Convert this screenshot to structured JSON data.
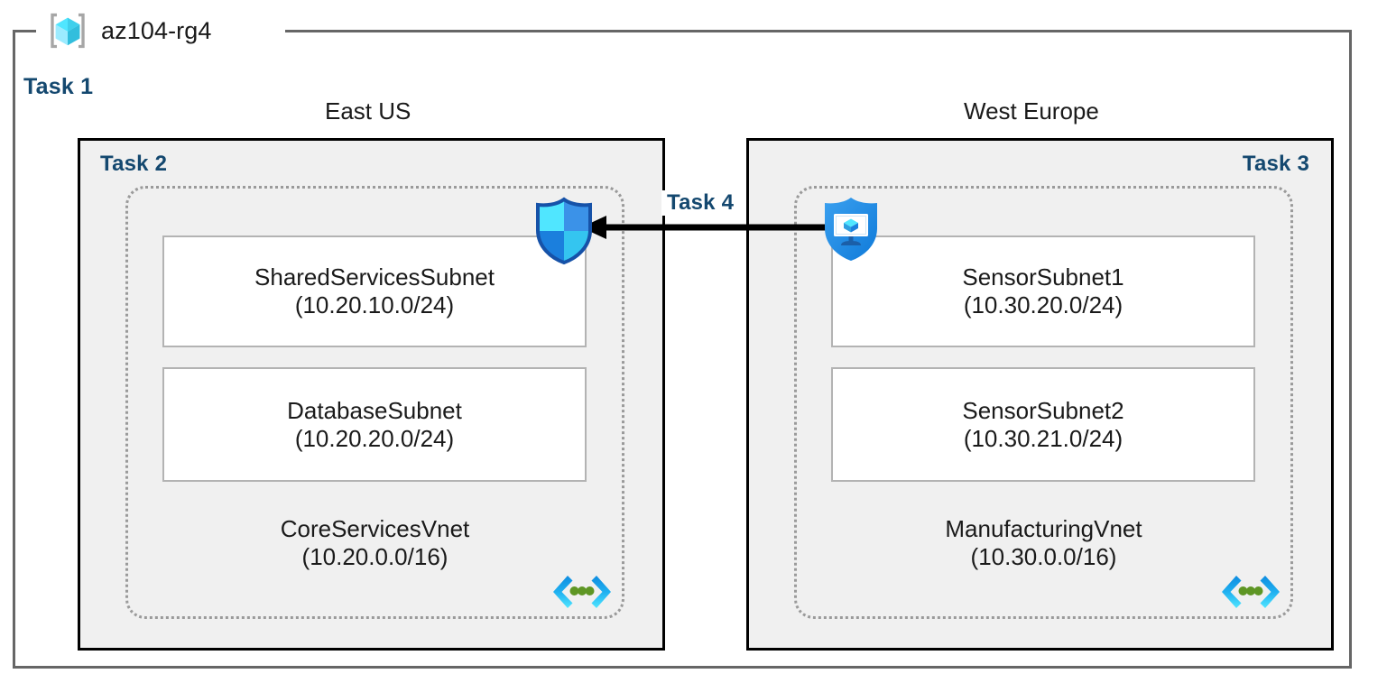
{
  "diagram": {
    "resource_group": {
      "name": "az104-rg4",
      "icon": "resource-group-cube-icon",
      "task_label": "Task 1"
    },
    "regions": [
      {
        "id": "east-us",
        "caption": "East US",
        "task_label": "Task 2",
        "task_label_align": "left",
        "vnet": {
          "name": "CoreServicesVnet",
          "cidr": "(10.20.0.0/16)",
          "icon": "virtual-network-icon",
          "subnets": [
            {
              "name": "SharedServicesSubnet",
              "cidr": "(10.20.10.0/24)"
            },
            {
              "name": "DatabaseSubnet",
              "cidr": "(10.20.20.0/24)"
            }
          ]
        }
      },
      {
        "id": "west-europe",
        "caption": "West Europe",
        "task_label": "Task 3",
        "task_label_align": "right",
        "vnet": {
          "name": "ManufacturingVnet",
          "cidr": "(10.30.0.0/16)",
          "icon": "virtual-network-icon",
          "subnets": [
            {
              "name": "SensorSubnet1",
              "cidr": "(10.30.20.0/24)"
            },
            {
              "name": "SensorSubnet2",
              "cidr": "(10.30.21.0/24)"
            }
          ]
        }
      }
    ],
    "security_icons": [
      {
        "id": "nsg",
        "icon": "network-security-group-shield-icon",
        "region": "east-us"
      },
      {
        "id": "network-watcher",
        "icon": "network-watcher-shield-monitor-icon",
        "region": "west-europe"
      }
    ],
    "connection": {
      "task_label": "Task 4",
      "direction": "west-europe-to-east-us",
      "style": "solid-arrow"
    },
    "colors": {
      "task_label": "#14486f",
      "region_fill": "#f0f0f0",
      "region_border": "#000000",
      "rg_border": "#666666",
      "vnet_border": "#9a9a9a",
      "subnet_border": "#b3b3b3",
      "subnet_fill": "#ffffff",
      "text": "#1a1a1a",
      "azure_cyan": "#50e6ff",
      "azure_blue": "#0078d4",
      "vnet_icon_green": "#5e9624",
      "arrow": "#000000"
    }
  }
}
